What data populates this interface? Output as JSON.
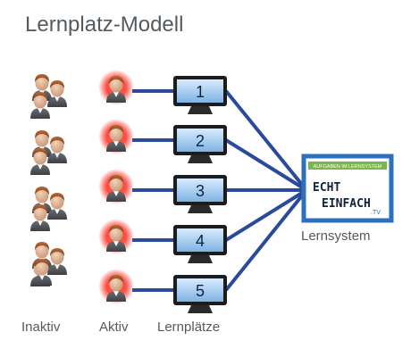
{
  "title": "Lernplatz-Modell",
  "labels": {
    "inaktiv": "Inaktiv",
    "aktiv": "Aktiv",
    "lernplaetze": "Lernplätze",
    "lernsystem": "Lernsystem"
  },
  "workstations": [
    "1",
    "2",
    "3",
    "4",
    "5"
  ],
  "lernsystem_logo": {
    "header": "AUFGABEN IM LERNSYSTEM",
    "line1": "ECHT",
    "line2": "EINFACH",
    "suffix": ".TV"
  },
  "colors": {
    "connector": "#2a4a9c",
    "monitor_screen": "#5b9bd5",
    "active_glow": "#ff3b30",
    "logo_border": "#2e6fc0",
    "logo_band": "#7ab648"
  }
}
